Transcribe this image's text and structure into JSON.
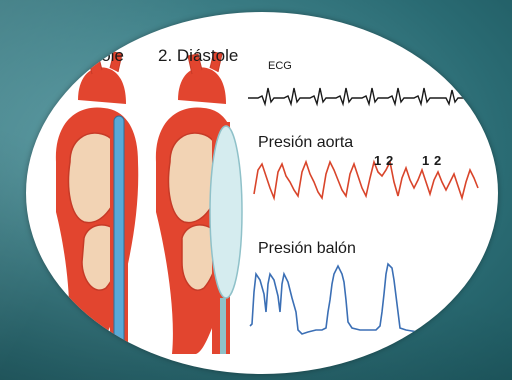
{
  "labels": {
    "systole": "stole",
    "diastole": "2. Diástole",
    "ecg": "ECG",
    "aorta_pressure": "Presión aorta",
    "balloon_pressure": "Presión balón",
    "phase_markers": [
      "1",
      "2",
      "1",
      "2"
    ]
  },
  "colors": {
    "background": "#3f8189",
    "heart_red": "#e2452f",
    "heart_pale": "#f2d3b4",
    "balloon_deflated": "#5aa9d6",
    "balloon_inflated": "#d5ecef",
    "ecg_trace": "#1a1a1a",
    "aorta_trace": "#d9452b",
    "balloon_trace": "#3b6fb5"
  }
}
